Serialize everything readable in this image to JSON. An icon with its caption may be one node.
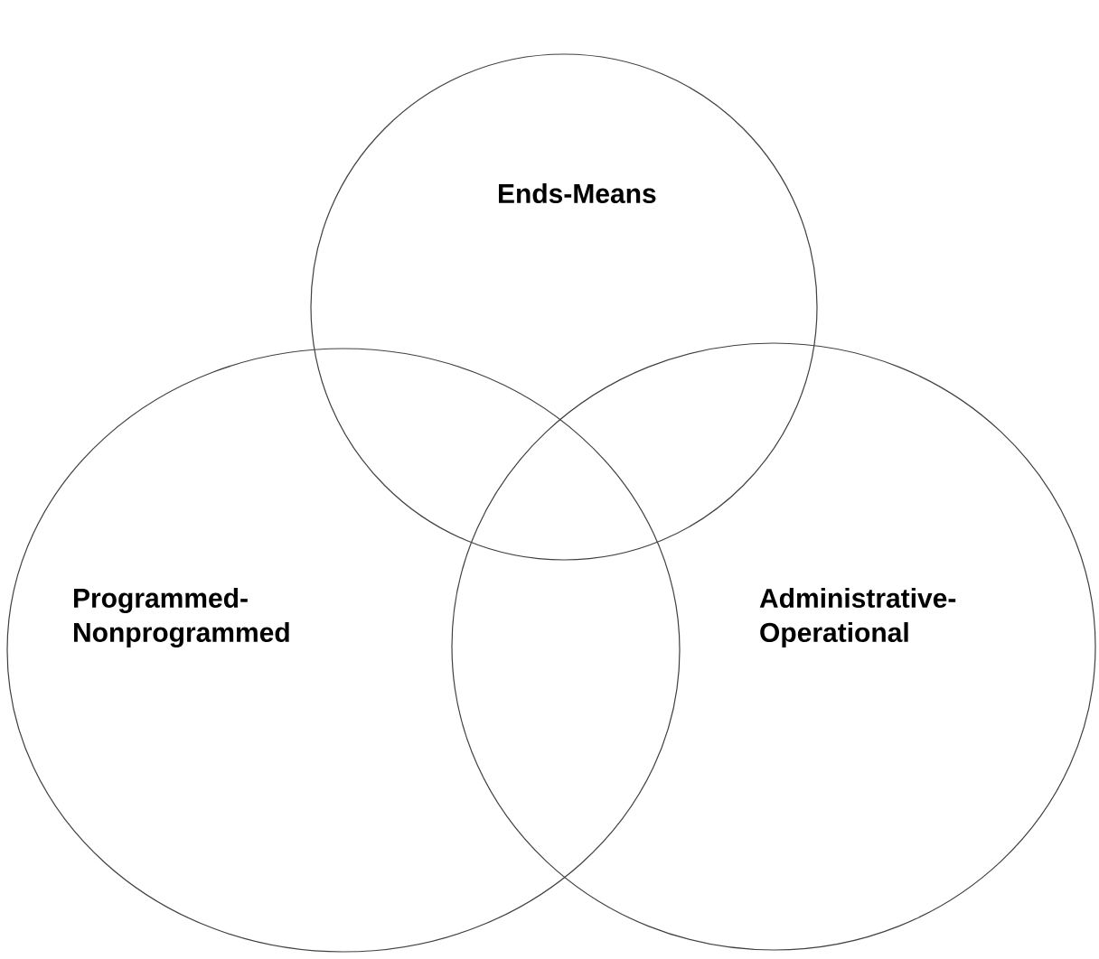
{
  "diagram": {
    "nodes": [
      {
        "text": [
          "Ends-Means"
        ]
      },
      {
        "text": [
          "Programmed-Nonprogrammed"
        ]
      },
      {
        "text": [
          "Administrative-Operational"
        ]
      }
    ]
  }
}
